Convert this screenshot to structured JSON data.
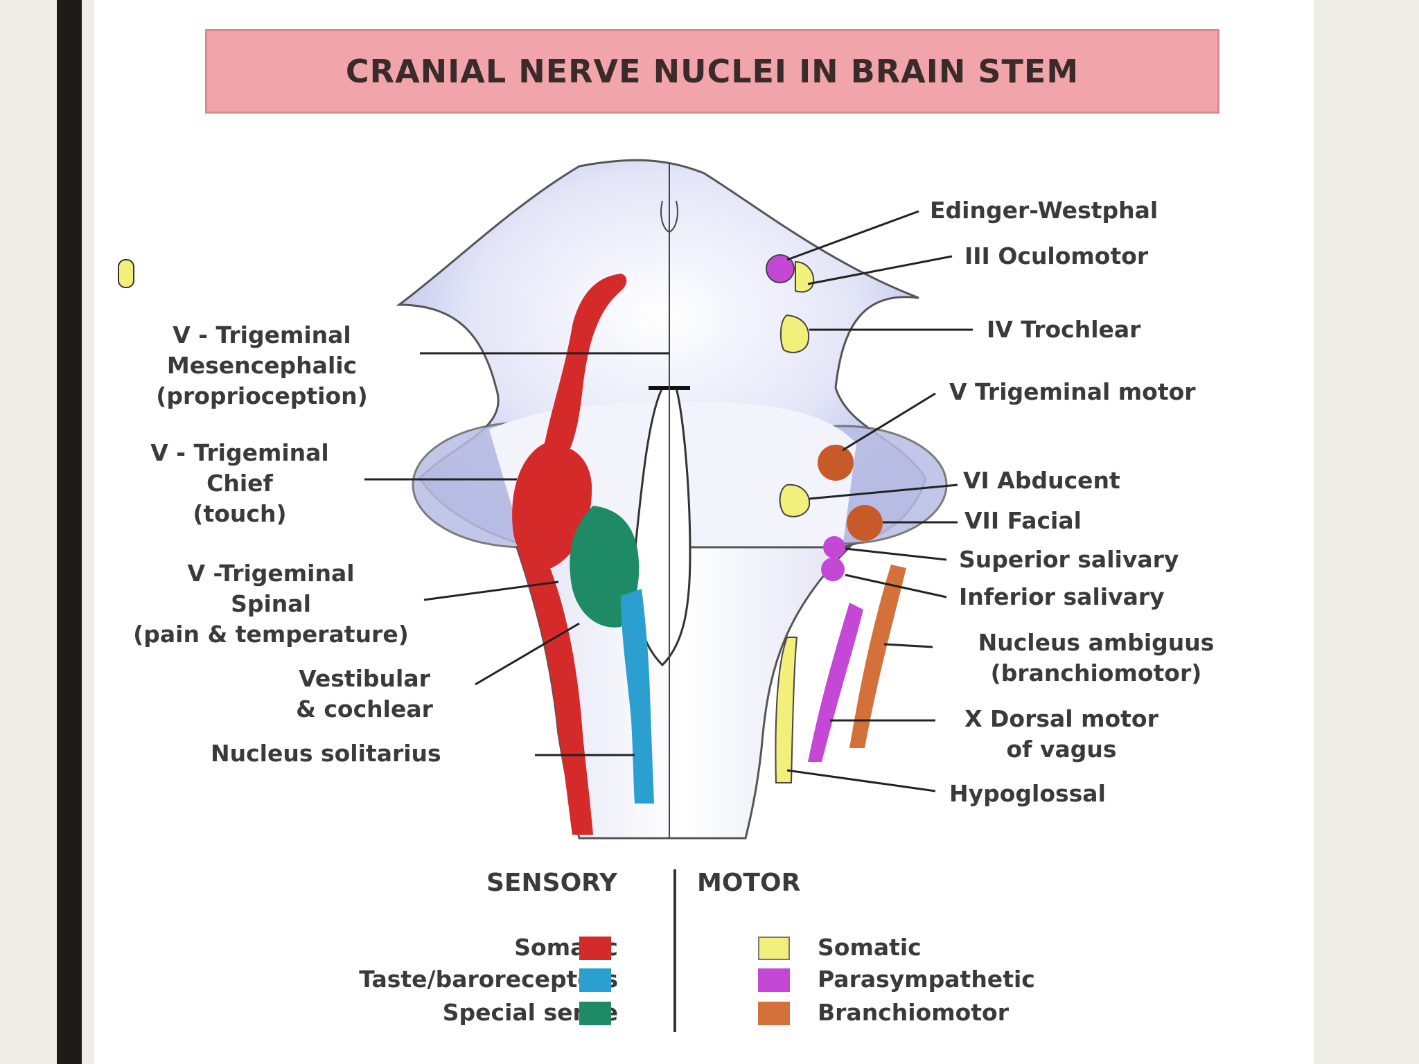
{
  "title": "CRANIAL NERVE NUCLEI IN BRAIN STEM",
  "left_labels": {
    "mesencephalic": [
      "V - Trigeminal",
      "Mesencephalic",
      "(proprioception)"
    ],
    "chief": [
      "V - Trigeminal",
      "Chief",
      "(touch)"
    ],
    "spinal": [
      "V -Trigeminal",
      "Spinal",
      "(pain & temperature)"
    ],
    "vestibular": [
      "Vestibular",
      "& cochlear"
    ],
    "solitarius": "Nucleus solitarius"
  },
  "right_labels": {
    "edinger": "Edinger-Westphal",
    "oculomotor": "III Oculomotor",
    "trochlear": "IV Trochlear",
    "trigeminal_motor": "V Trigeminal motor",
    "abducent": "VI Abducent",
    "facial": "VII Facial",
    "superior_salivary": "Superior salivary",
    "inferior_salivary": "Inferior salivary",
    "ambiguus": [
      "Nucleus ambiguus",
      "(branchiomotor)"
    ],
    "dorsal_vagus": [
      "X Dorsal motor",
      "of vagus"
    ],
    "hypoglossal": "Hypoglossal"
  },
  "legend": {
    "sensory_heading": "SENSORY",
    "motor_heading": "MOTOR",
    "sensory": [
      {
        "label": "Somatic",
        "color": "#d42a2a"
      },
      {
        "label": "Taste/baroreceptors",
        "color": "#2a9fd0"
      },
      {
        "label": "Special sense",
        "color": "#1f8a66"
      }
    ],
    "motor": [
      {
        "label": "Somatic",
        "color": "#f2ef7a"
      },
      {
        "label": "Parasympathetic",
        "color": "#c447d6"
      },
      {
        "label": "Branchiomotor",
        "color": "#d4703a"
      }
    ]
  }
}
